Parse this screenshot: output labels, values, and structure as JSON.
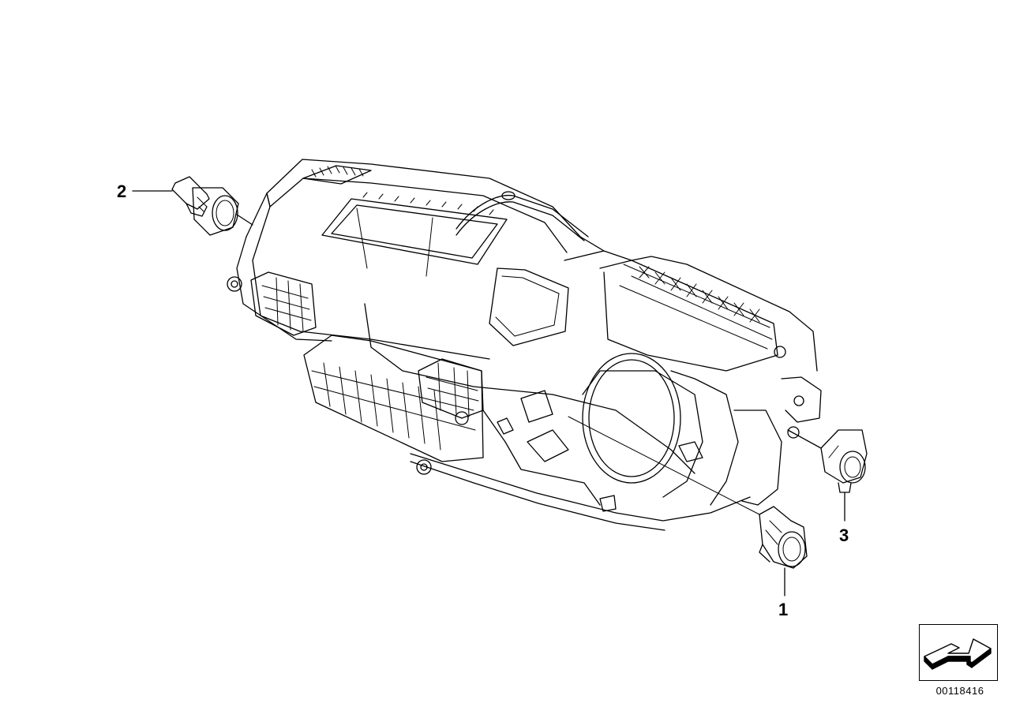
{
  "callouts": [
    {
      "id": "1",
      "label": "1"
    },
    {
      "id": "2",
      "label": "2"
    },
    {
      "id": "3",
      "label": "3"
    }
  ],
  "diagram_id": "00118416",
  "icons": {
    "navigation": "next-arrow-icon"
  },
  "colors": {
    "line": "#000000",
    "background": "#ffffff"
  }
}
